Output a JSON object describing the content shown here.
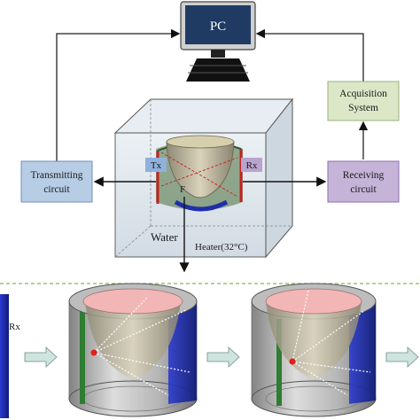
{
  "labels": {
    "pc": "PC",
    "acquisition_line1": "Acquisition",
    "acquisition_line2": "System",
    "transmitting_line1": "Transmitting",
    "transmitting_line2": "circuit",
    "receiving_line1": "Receiving",
    "receiving_line2": "circuit",
    "tx": "Tx",
    "rx": "Rx",
    "focus": "F",
    "water": "Water",
    "heater": "Heater(32°C)",
    "rx_left": "Rx"
  },
  "colors": {
    "pc_screen": "#1f3b63",
    "acquisition_box": "#dbe7c7",
    "transmitting_box": "#b7cde6",
    "receiving_box": "#c6b3d8",
    "tx_tag": "#8fb1dc",
    "rx_tag": "#b8a4cf",
    "water_tank": "#dde6ee",
    "breast_phantom": "#b9b29a",
    "ring_green": "#2e7d32",
    "ring_blue": "#1f2ea8",
    "focus_dot": "#e0201b",
    "flow_arrow": "#cfe3df"
  }
}
